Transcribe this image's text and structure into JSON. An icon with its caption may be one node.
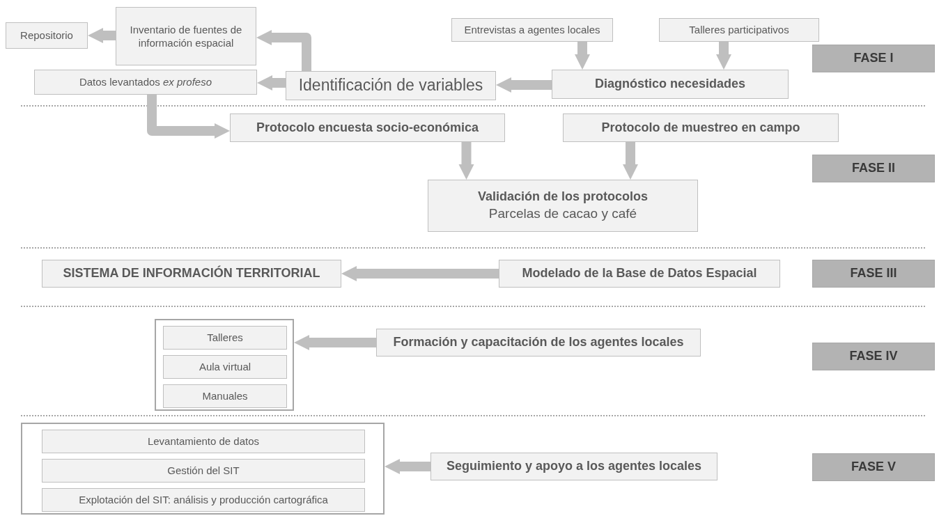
{
  "diagram": {
    "nodes": [
      {
        "text": [
          "Repositorio"
        ]
      },
      {
        "text": [
          "Inventario de fuentes de información espacial"
        ]
      },
      {
        "text": [
          "Datos levantados *ex profeso*"
        ]
      },
      {
        "text": [
          "Identificación de variables"
        ]
      },
      {
        "text": [
          "Entrevistas a agentes locales"
        ]
      },
      {
        "text": [
          "Talleres participativos"
        ]
      },
      {
        "text": [
          "Diagnóstico necesidades"
        ]
      },
      {
        "text": [
          "Protocolo encuesta socio-económica"
        ]
      },
      {
        "text": [
          "Protocolo de muestreo en campo"
        ]
      },
      {
        "text": [
          "Validación de los protocolos",
          "Parcelas de cacao y café"
        ]
      },
      {
        "text": [
          "SISTEMA DE INFORMACIÓN TERRITORIAL"
        ]
      },
      {
        "text": [
          "Modelado de la Base de Datos Espacial"
        ]
      },
      {
        "text": [],
        "shape": "box"
      },
      {
        "text": [
          "Talleres"
        ],
        "in": 12
      },
      {
        "text": [
          "Aula virtual"
        ],
        "in": 12
      },
      {
        "text": [
          "Manuales"
        ],
        "in": 12
      },
      {
        "text": [
          "Formación y capacitación de los agentes locales"
        ]
      },
      {
        "text": [],
        "shape": "box"
      },
      {
        "text": [
          "Levantamiento de datos"
        ],
        "in": 17
      },
      {
        "text": [
          "Gestión del SIT"
        ],
        "in": 17
      },
      {
        "text": [
          "Explotación del SIT: análisis y producción cartográfica"
        ],
        "in": 17
      },
      {
        "text": [
          "Seguimiento y apoyo a los agentes locales"
        ]
      },
      {
        "text": [
          "FASE I"
        ]
      },
      {
        "text": [
          "FASE II"
        ]
      },
      {
        "text": [
          "FASE III"
        ]
      },
      {
        "text": [
          "FASE IV"
        ]
      },
      {
        "text": [
          "FASE V"
        ]
      }
    ],
    "edges": [
      {
        "from": 1,
        "to": 0,
        "arrow": "to"
      },
      {
        "from": 3,
        "to": 1,
        "arrow": "to"
      },
      {
        "from": 3,
        "to": 2,
        "arrow": "to"
      },
      {
        "from": 4,
        "to": 6,
        "arrow": "to"
      },
      {
        "from": 5,
        "to": 6,
        "arrow": "to"
      },
      {
        "from": 6,
        "to": 3,
        "arrow": "to"
      },
      {
        "from": 2,
        "to": 7,
        "arrow": "to"
      },
      {
        "from": 7,
        "to": 9,
        "arrow": "to"
      },
      {
        "from": 8,
        "to": 9,
        "arrow": "to"
      },
      {
        "from": 11,
        "to": 10,
        "arrow": "to"
      },
      {
        "from": 16,
        "to": 12,
        "arrow": "to"
      },
      {
        "from": 21,
        "to": 17,
        "arrow": "to"
      }
    ]
  }
}
